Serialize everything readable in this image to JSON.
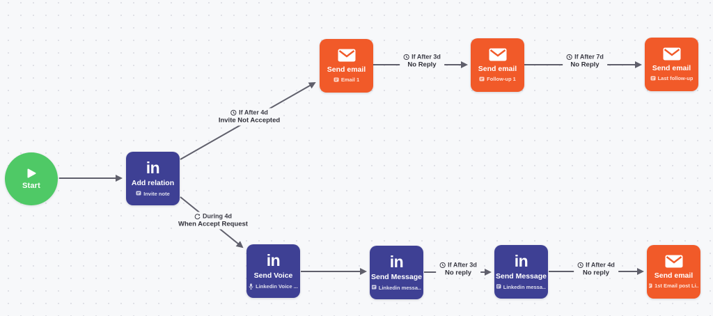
{
  "canvas": {
    "start_node": {
      "label": "Start",
      "icon": "play-icon"
    },
    "nodes": [
      {
        "id": "add-relation",
        "type": "linkedin",
        "logo": "in",
        "icon": "linkedin-in-logo",
        "title": "Add relation",
        "subtitle": "Invite note",
        "subtitle_icon": "note-icon"
      },
      {
        "id": "email-1",
        "type": "email",
        "icon": "envelope-icon",
        "title": "Send email",
        "subtitle": "Email 1",
        "subtitle_icon": "note-icon"
      },
      {
        "id": "email-2",
        "type": "email",
        "icon": "envelope-icon",
        "title": "Send email",
        "subtitle": "Follow-up 1",
        "subtitle_icon": "note-icon"
      },
      {
        "id": "email-3",
        "type": "email",
        "icon": "envelope-icon",
        "title": "Send email",
        "subtitle": "Last follow-up",
        "subtitle_icon": "note-icon"
      },
      {
        "id": "send-voice",
        "type": "linkedin",
        "logo": "in",
        "icon": "linkedin-in-logo",
        "title": "Send Voice",
        "subtitle": "Linkedin Voice ...",
        "subtitle_icon": "mic-icon"
      },
      {
        "id": "send-message-1",
        "type": "linkedin",
        "logo": "in",
        "icon": "linkedin-in-logo",
        "title": "Send Message",
        "subtitle": "Linkedin messa...",
        "subtitle_icon": "note-icon"
      },
      {
        "id": "send-message-2",
        "type": "linkedin",
        "logo": "in",
        "icon": "linkedin-in-logo",
        "title": "Send Message",
        "subtitle": "Linkedin messa...",
        "subtitle_icon": "note-icon"
      },
      {
        "id": "email-final",
        "type": "email",
        "icon": "envelope-icon",
        "title": "Send email",
        "subtitle": "1st Email post Li...",
        "subtitle_icon": "note-icon"
      }
    ],
    "edge_labels": [
      {
        "icon": "clock-icon",
        "line1": "If After 4d",
        "line2": "Invite Not Accepted"
      },
      {
        "icon": "clock-icon",
        "line1": "If After 3d",
        "line2": "No Reply"
      },
      {
        "icon": "clock-icon",
        "line1": "If After 7d",
        "line2": "No Reply"
      },
      {
        "icon": "sync-icon",
        "line1": "During 4d",
        "line2": "When Accept Request"
      },
      {
        "icon": "clock-icon",
        "line1": "If After 3d",
        "line2": "No reply"
      },
      {
        "icon": "clock-icon",
        "line1": "If After 4d",
        "line2": "No reply"
      }
    ],
    "colors": {
      "linkedin_node": "#3e4094",
      "email_node": "#f15a29",
      "start_node": "#4fc966",
      "arrow": "#5f5f6b",
      "background": "#f7f8fa",
      "label_text": "#35353f"
    }
  }
}
